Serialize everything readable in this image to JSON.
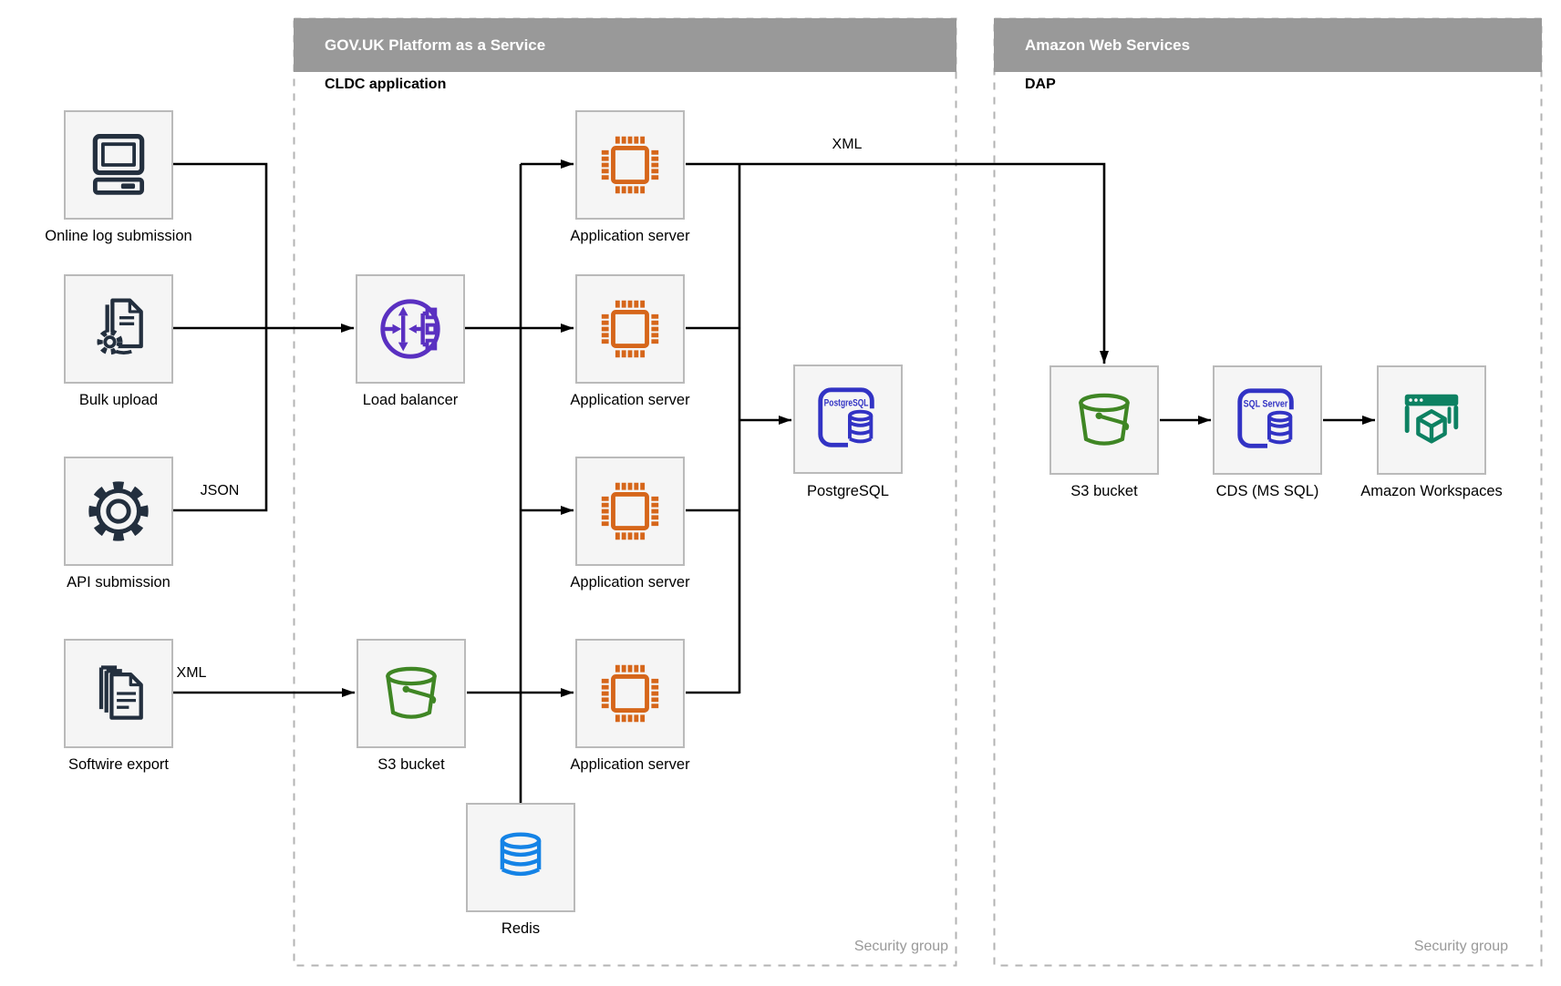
{
  "sources": [
    {
      "label": "Online log submission"
    },
    {
      "label": "Bulk upload"
    },
    {
      "label": "API submission"
    },
    {
      "label": "Softwire export"
    }
  ],
  "govuk_container": {
    "title": "GOV.UK Platform as a Service",
    "subtitle": "CLDC application",
    "security_label": "Security group",
    "load_balancer_label": "Load balancer",
    "app_server_label": "Application server",
    "postgresql_label": "PostgreSQL",
    "postgresql_icon_text": "PostgreSQL",
    "s3_label": "S3 bucket",
    "redis_label": "Redis"
  },
  "aws_container": {
    "title": "Amazon Web Services",
    "subtitle": "DAP",
    "security_label": "Security group",
    "s3_label": "S3 bucket",
    "cds_label": "CDS (MS SQL)",
    "cds_icon_text": "SQL Server",
    "workspaces_label": "Amazon Workspaces"
  },
  "edge_labels": {
    "json": "JSON",
    "xml_export": "XML",
    "xml_feed": "XML"
  },
  "colors": {
    "navy": "#232f3e",
    "purple": "#5a30c1",
    "orange": "#d6661a",
    "green": "#3f8624",
    "blue": "#1483e6",
    "indigo": "#3233c4",
    "teal": "#0d8162",
    "header_gray": "#999999",
    "border_gray": "#bababa",
    "node_fill": "#f5f5f5",
    "label_muted": "#999999",
    "line_black": "#000000"
  }
}
